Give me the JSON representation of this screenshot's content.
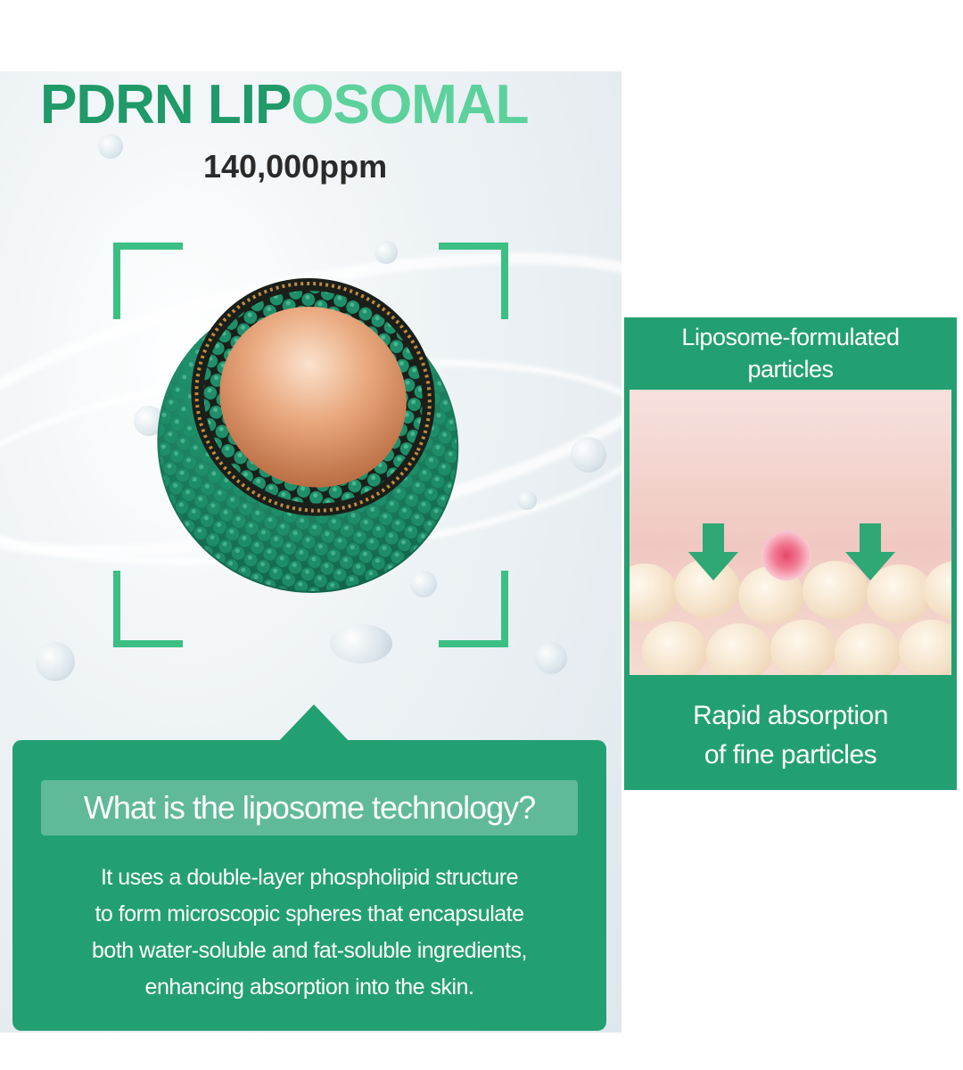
{
  "hero": {
    "title_dark": "PDRN LIP",
    "title_light": "OSOMAL",
    "concentration": "140,000ppm"
  },
  "info": {
    "heading": "What is the liposome technology?",
    "body_lines": [
      "It uses a double-layer phospholipid structure",
      "to form microscopic spheres that encapsulate",
      "both water-soluble and fat-soluble ingredients,",
      "enhancing absorption into the skin."
    ]
  },
  "card": {
    "title_lines": [
      "Liposome-formulated",
      "particles"
    ],
    "footer_lines": [
      "Rapid absorption",
      "of fine particles"
    ]
  },
  "colors": {
    "brand_green": "#23a071",
    "title_green": "#1f9a68",
    "accent_light_green": "#5cd19c",
    "liposome_shell": "#1d8a66",
    "liposome_core": "#e3a27a"
  },
  "icons": [
    "focus-bracket-icon",
    "down-arrow-icon",
    "liposome-illustration"
  ]
}
